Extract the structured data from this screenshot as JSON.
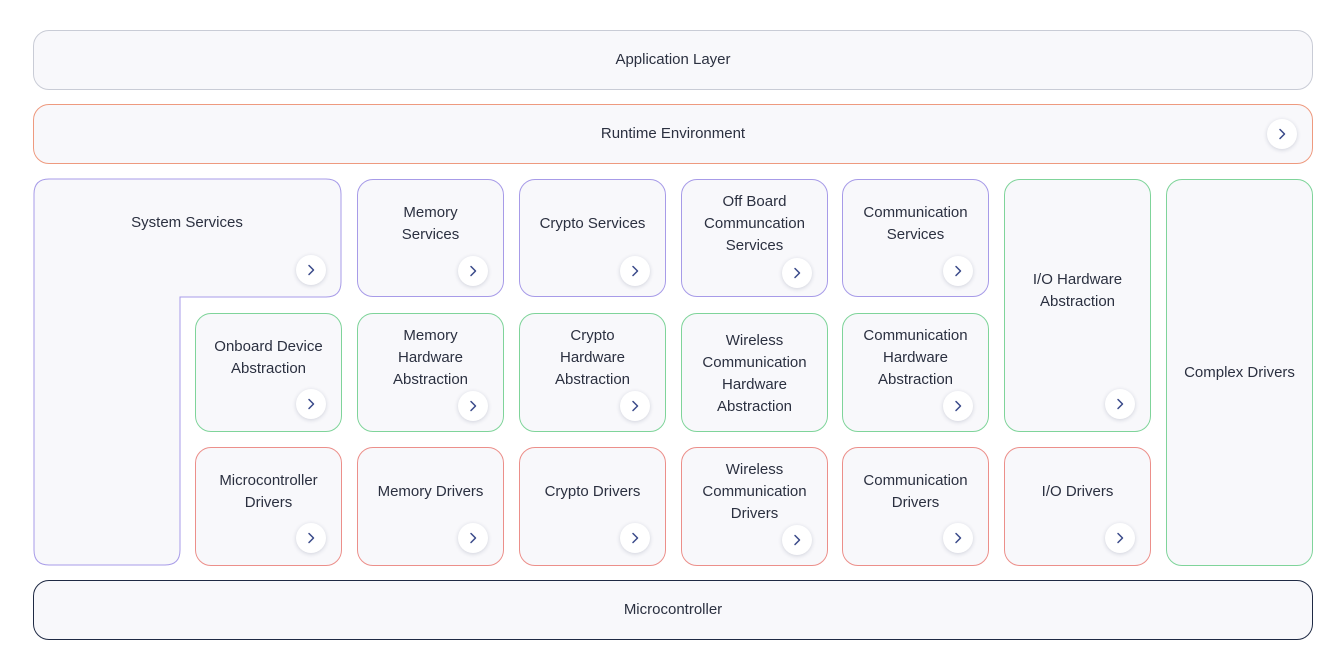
{
  "colors": {
    "services": "#a79be8",
    "abstraction": "#7fd49a",
    "drivers": "#ec8f8a",
    "runtime": "#ee9a7f",
    "application": "#c9ccd6",
    "microcontroller": "#1f2a44",
    "box_fill": "#f8f8fb"
  },
  "icons": {
    "expand": "chevron-right-icon"
  },
  "application_layer": "Application Layer",
  "runtime_environment": "Runtime Environment",
  "system_services": "System Services",
  "services": {
    "memory": "Memory Services",
    "crypto": "Crypto Services",
    "offboard": "Off Board Communcation Services",
    "communication": "Communication Services"
  },
  "abstraction": {
    "onboard": "Onboard Device Abstraction",
    "memory": "Memory Hardware Abstraction",
    "crypto": "Crypto Hardware Abstraction",
    "wireless": "Wireless Communication Hardware Abstraction",
    "communication": "Communication Hardware Abstraction",
    "io": "I/O Hardware Abstraction"
  },
  "drivers": {
    "microcontroller": "Microcontroller Drivers",
    "memory": "Memory Drivers",
    "crypto": "Crypto Drivers",
    "wireless": "Wireless Communication Drivers",
    "communication": "Communication Drivers",
    "io": "I/O Drivers"
  },
  "complex_drivers": "Complex Drivers",
  "microcontroller": "Microcontroller"
}
